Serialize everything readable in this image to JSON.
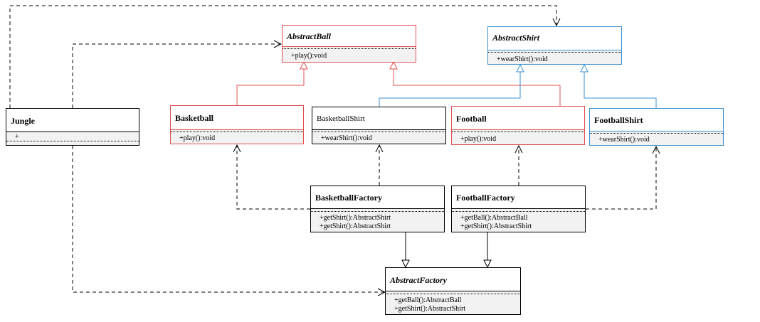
{
  "classes": {
    "abstract_ball": {
      "name": "AbstractBall",
      "ops": [
        "+play():void"
      ]
    },
    "abstract_shirt": {
      "name": "AbstractShirt",
      "ops": [
        "+wearShirt():void"
      ]
    },
    "jungle": {
      "name": "Jungle",
      "ops": [
        "+"
      ]
    },
    "basketball": {
      "name": "Basketball",
      "ops": [
        "+play():void"
      ]
    },
    "basketball_shirt": {
      "name": "BasketballShirt",
      "ops": [
        "+wearShirt():void"
      ]
    },
    "football": {
      "name": "Football",
      "ops": [
        "+play():void"
      ]
    },
    "football_shirt": {
      "name": "FootballShirt",
      "ops": [
        "+wearShirt():void"
      ]
    },
    "basketball_factory": {
      "name": "BasketballFactory",
      "ops": [
        "+getShirt():AbstractShirt",
        "+getShirt():AbstractShirt"
      ]
    },
    "football_factory": {
      "name": "FootballFactory",
      "ops": [
        "+getBall():AbstractBall",
        "+getShirt():AbstractShirt"
      ]
    },
    "abstract_factory": {
      "name": "AbstractFactory",
      "ops": [
        "+getBall():AbstractBall",
        "+getShirt():AbstractShirt"
      ]
    }
  },
  "colors": {
    "ball_hierarchy": "#e05050",
    "shirt_hierarchy": "#3a8fd0",
    "default": "#000000"
  }
}
